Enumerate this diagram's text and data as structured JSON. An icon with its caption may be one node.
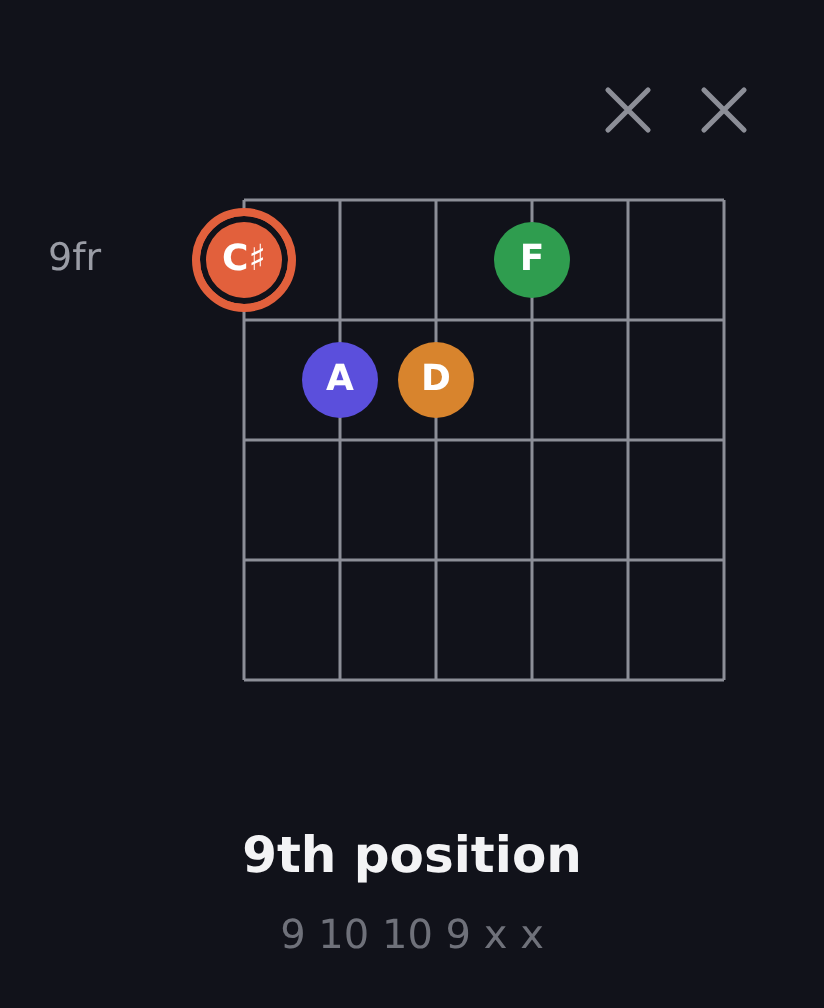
{
  "diagram": {
    "title": "9th position",
    "nodes": [
      {
        "text": [
          "C♯"
        ]
      },
      {
        "text": [
          "F"
        ]
      },
      {
        "text": [
          "A"
        ]
      },
      {
        "text": [
          "D"
        ]
      }
    ],
    "labels": [
      "9fr",
      "9 10 10 9 x x"
    ]
  }
}
